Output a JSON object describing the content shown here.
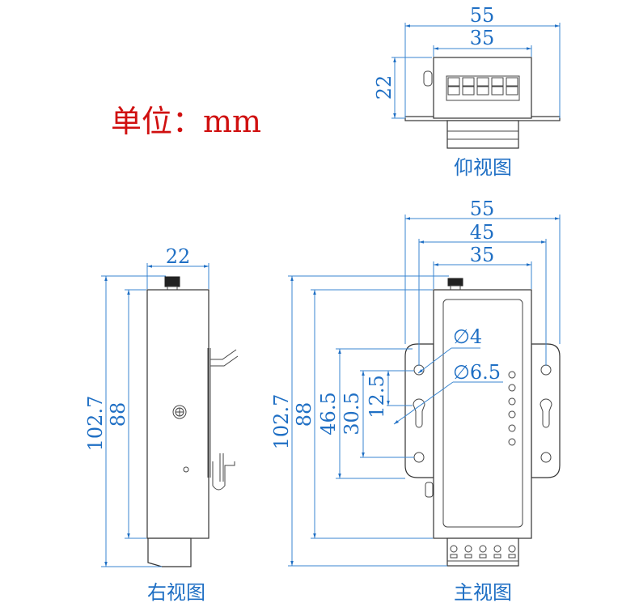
{
  "unit_label": "单位：mm",
  "colors": {
    "dimension": "#1f6fc4",
    "unit_label": "#d01010",
    "outline": "#333333"
  },
  "views": {
    "bottom": {
      "caption": "仰视图",
      "dims": {
        "overall_width": "55",
        "body_width": "35",
        "height": "22"
      },
      "terminal_count": 5
    },
    "right": {
      "caption": "右视图",
      "dims": {
        "width": "22",
        "overall_height": "102.7",
        "body_height": "88"
      }
    },
    "front": {
      "caption": "主视图",
      "dims": {
        "overall_width": "55",
        "hole_spacing": "45",
        "body_width": "35",
        "overall_height": "102.7",
        "body_height": "88",
        "flange_height": "46.5",
        "hole_pitch": "30.5",
        "slot_offset": "12.5",
        "hole_diameter": "∅4",
        "slot_diameter": "∅6.5"
      },
      "led_count": 6,
      "terminal_count": 5
    }
  }
}
